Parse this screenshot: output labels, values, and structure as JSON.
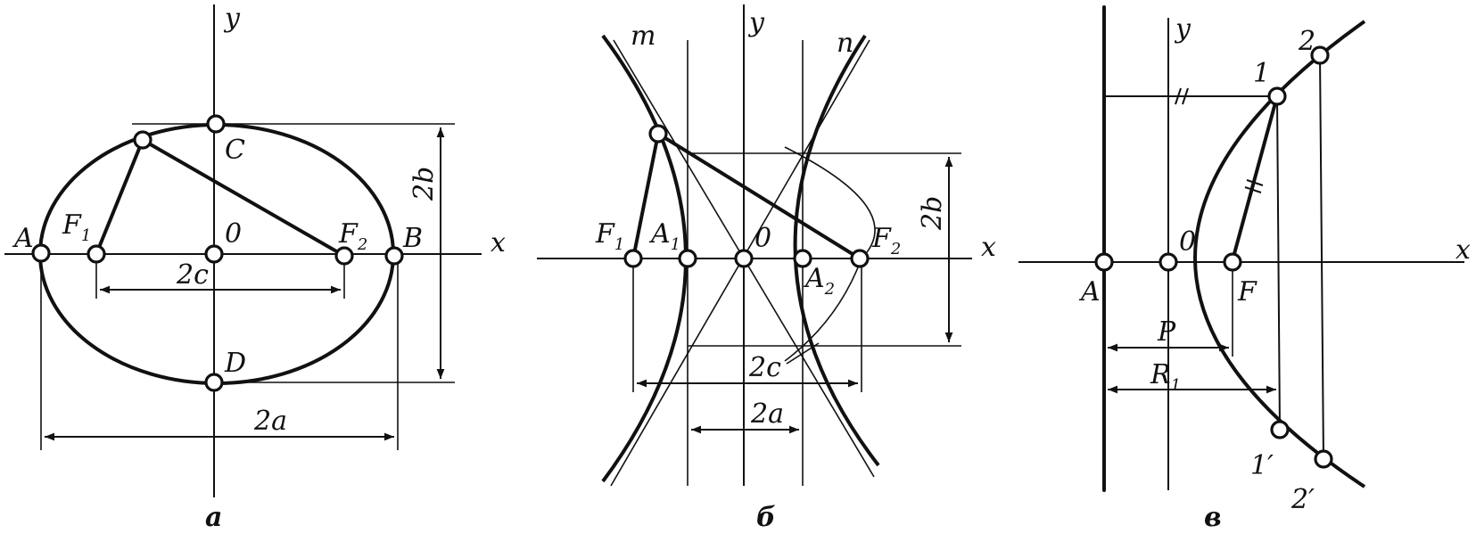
{
  "ellipse": {
    "axis_x": "x",
    "axis_y": "y",
    "point_a": "A",
    "point_b": "B",
    "point_c": "C",
    "point_d": "D",
    "focus": "F",
    "focus1_sub": "1",
    "focus2_sub": "2",
    "origin": "0",
    "dim_2a": "2a",
    "dim_2b": "2b",
    "dim_2c": "2c",
    "caption": "а"
  },
  "hyperbola": {
    "axis_x": "x",
    "axis_y": "y",
    "asymptote_m": "m",
    "asymptote_n": "n",
    "focus": "F",
    "focus1_sub": "1",
    "focus2_sub": "2",
    "vertex": "A",
    "vertex1_sub": "1",
    "vertex2_sub": "2",
    "origin": "0",
    "dim_2a": "2a",
    "dim_2b": "2b",
    "dim_2c": "2c",
    "caption": "б"
  },
  "parabola": {
    "axis_x": "x",
    "axis_y": "y",
    "point_a": "A",
    "focus": "F",
    "origin": "0",
    "point_1": "1",
    "point_2": "2",
    "point_1p": "1",
    "point_2p": "2",
    "prime": "′",
    "tick_mark": "//",
    "dim_p": "P",
    "dim_r": "R",
    "dim_r_sub": "1",
    "caption": "в"
  }
}
